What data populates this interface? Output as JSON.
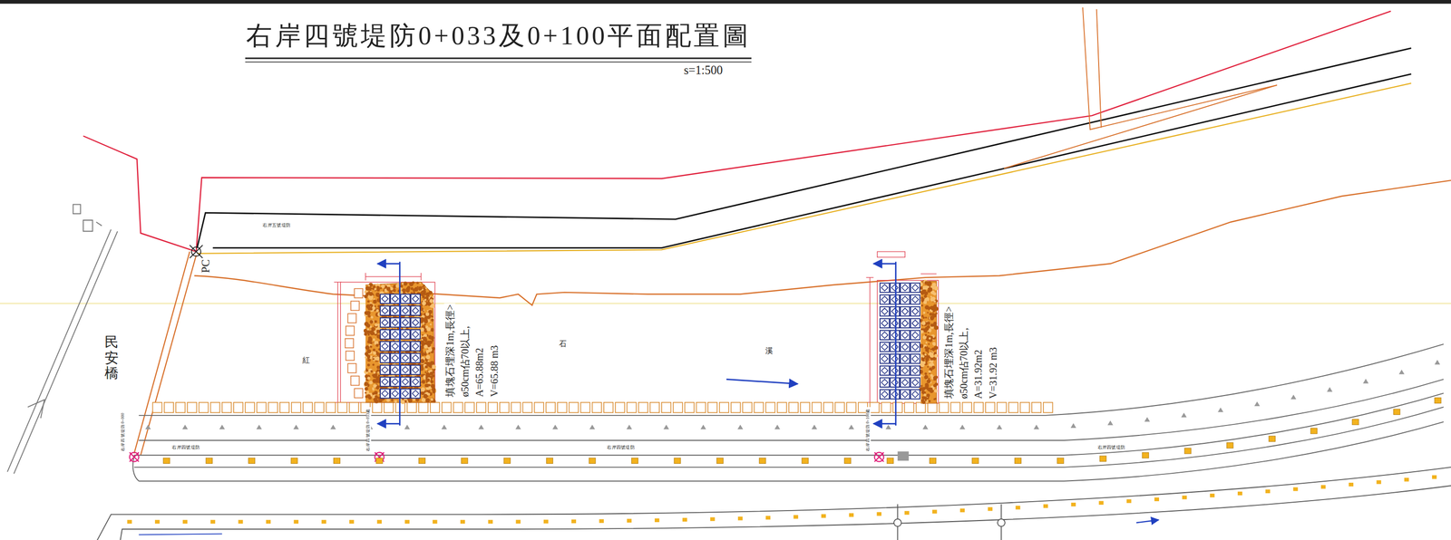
{
  "diagram": {
    "title": "右岸四號堤防0+033及0+100平面配置圖",
    "labels": [
      "s=1:500",
      "右岸五號堤防",
      "PC",
      "民安橋",
      "紅",
      "石",
      "溪",
      "填塊石埋深1m,長徑>",
      "ø50cm佔70以上,",
      "A=65.88m2",
      "V=65.88 m3",
      "填塊石埋深1m,長徑>",
      "ø50cm佔70以上,",
      "A=31.92m2",
      "V=31.92 m3",
      "右岸四號堤防",
      "右岸四號堤防",
      "右岸四號堤防",
      "右岸四號堤防0+000",
      "右岸四號堤防0+033處",
      "右岸四號堤防0+100處"
    ]
  }
}
